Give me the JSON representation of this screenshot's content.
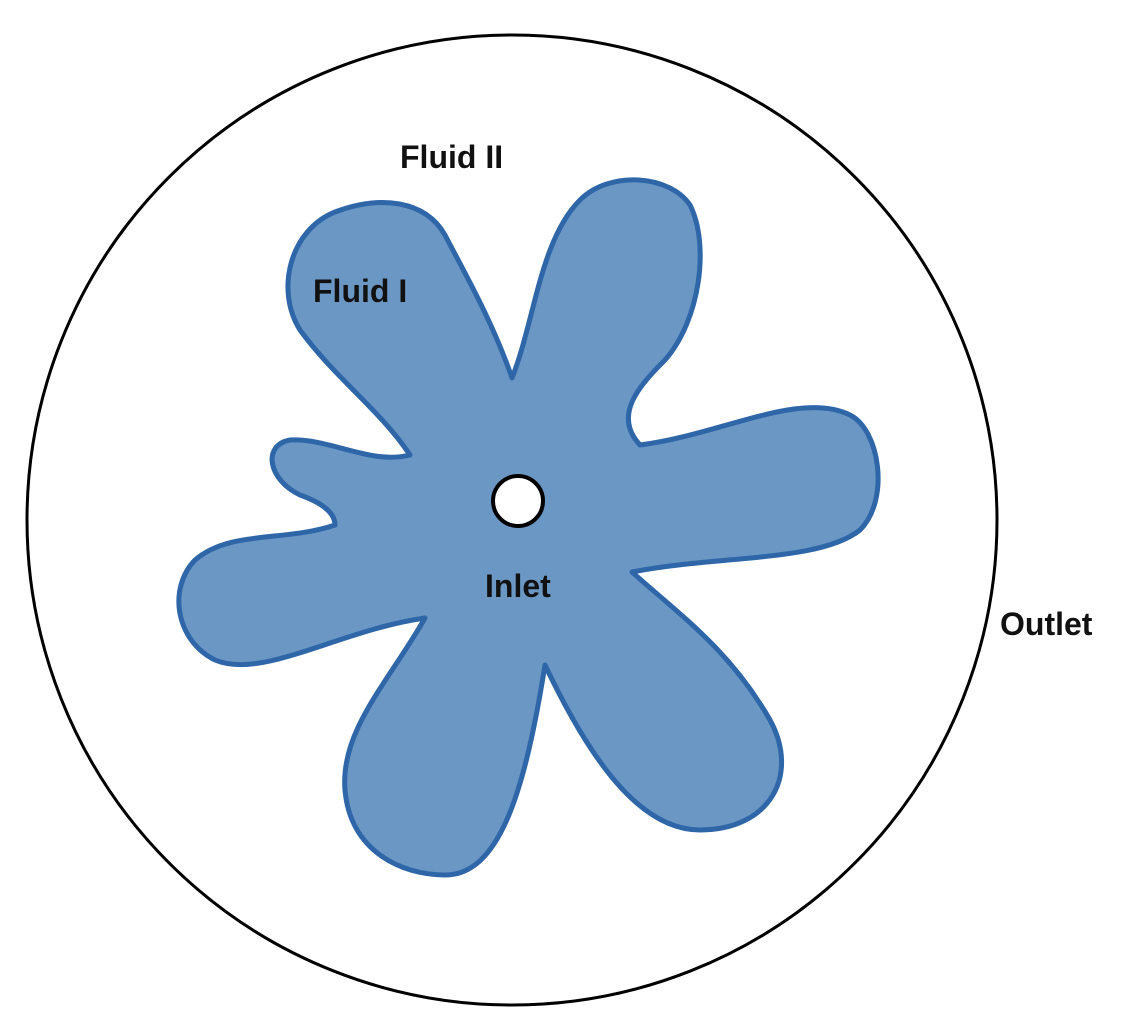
{
  "labels": {
    "fluid_two": "Fluid II",
    "fluid_one": "Fluid I",
    "inlet": "Inlet",
    "outlet": "Outlet"
  },
  "colors": {
    "fluid_one_fill": "#6a97c4",
    "fluid_one_outline": "#2e66a8",
    "domain_outline": "#000000",
    "background": "#ffffff"
  },
  "icons": {
    "domain": "outer-circle-boundary",
    "interface": "fingered-blob-shape",
    "inlet": "small-hollow-circle"
  }
}
